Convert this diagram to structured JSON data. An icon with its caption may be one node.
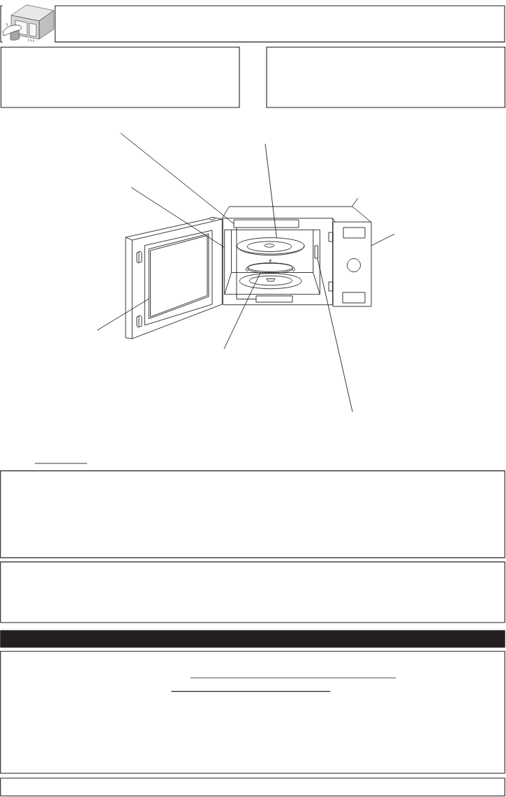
{
  "diagram": {
    "nodes": [
      {
        "text": [],
        "shape": "box"
      },
      {
        "text": [],
        "shape": "box"
      },
      {
        "text": [],
        "shape": "box"
      },
      {
        "text": [],
        "shape": "box"
      },
      {
        "text": [],
        "shape": "box"
      },
      {
        "text": [],
        "shape": "picture"
      },
      {
        "text": [],
        "shape": "picture",
        "in": 5
      },
      {
        "text": [],
        "shape": "picture"
      },
      {
        "text": [],
        "shape": "picture"
      },
      {
        "text": [],
        "shape": "box"
      },
      {
        "text": [],
        "shape": "picture",
        "in": 5
      },
      {
        "text": [],
        "shape": "box",
        "in": 5
      },
      {
        "text": [],
        "shape": "box"
      },
      {
        "text": [],
        "shape": "box"
      },
      {
        "text": [],
        "shape": "bar"
      },
      {
        "text": [],
        "shape": "box"
      },
      {
        "text": [],
        "shape": "box"
      }
    ],
    "edges": [
      {
        "from": null,
        "to": 3,
        "arrow": "none"
      },
      {
        "from": 3,
        "to": 4,
        "arrow": "none"
      },
      {
        "from": null,
        "to": 5,
        "arrow": "none"
      },
      {
        "from": null,
        "to": 6,
        "arrow": "none"
      },
      {
        "from": null,
        "to": 7,
        "arrow": "none"
      },
      {
        "from": null,
        "to": 8,
        "arrow": "none"
      },
      {
        "from": null,
        "to": 9,
        "arrow": "none"
      },
      {
        "from": null,
        "to": 10,
        "arrow": "none"
      },
      {
        "from": null,
        "to": 11,
        "arrow": "none"
      }
    ]
  }
}
